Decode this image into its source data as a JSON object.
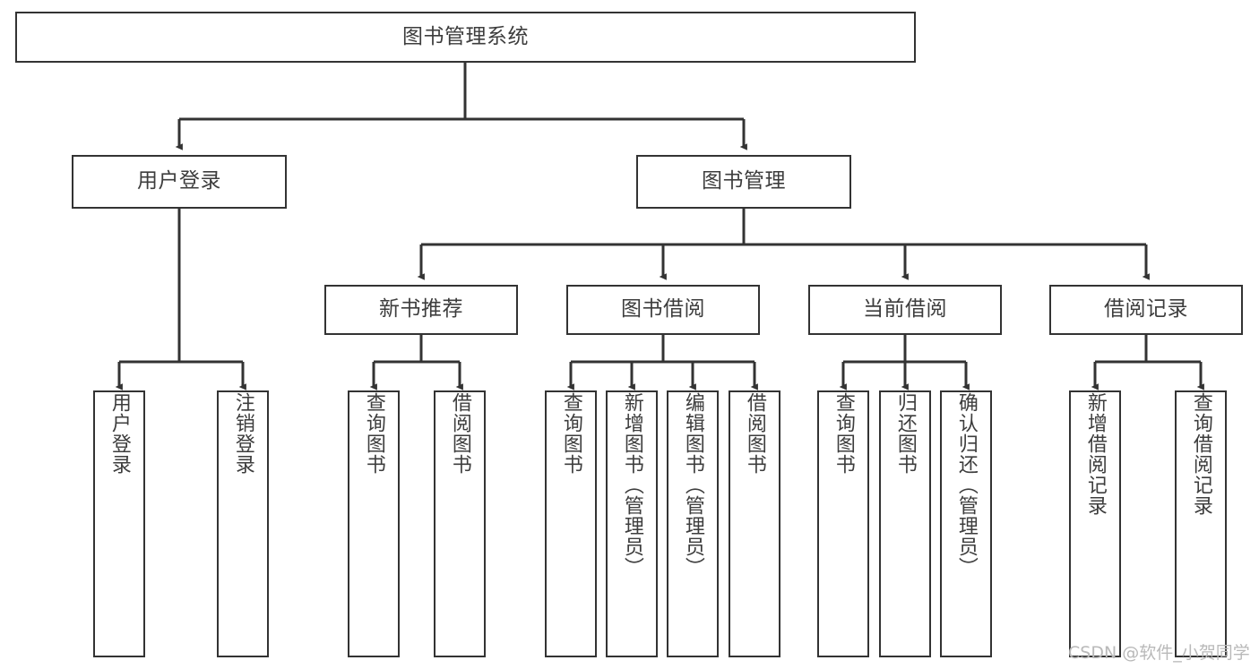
{
  "diagram": {
    "title": "图书管理系统",
    "type": "tree-hierarchy",
    "watermark": "CSDN @软件_小贺同学",
    "colors": {
      "box_border": "#333333",
      "box_fill": "#ffffff",
      "edge": "#333333",
      "text": "#3d3d3d",
      "watermark": "#b9b9b9"
    },
    "nodes": {
      "root": {
        "label": "图书管理系统"
      },
      "level2": [
        {
          "id": "user-login",
          "label": "用户登录"
        },
        {
          "id": "book-manage",
          "label": "图书管理"
        }
      ],
      "level3": [
        {
          "id": "new-book-recommend",
          "label": "新书推荐"
        },
        {
          "id": "book-borrow",
          "label": "图书借阅"
        },
        {
          "id": "current-borrow",
          "label": "当前借阅"
        },
        {
          "id": "borrow-record",
          "label": "借阅记录"
        }
      ],
      "leaves": {
        "user-login": [
          {
            "id": "leaf-user-login",
            "label": "用户登录"
          },
          {
            "id": "leaf-logout",
            "label": "注销登录"
          }
        ],
        "new-book-recommend": [
          {
            "id": "leaf-query-book-1",
            "label": "查询图书"
          },
          {
            "id": "leaf-borrow-book-1",
            "label": "借阅图书"
          }
        ],
        "book-borrow": [
          {
            "id": "leaf-query-book-2",
            "label": "查询图书"
          },
          {
            "id": "leaf-add-book",
            "label": "新增图书（管理员）"
          },
          {
            "id": "leaf-edit-book",
            "label": "编辑图书（管理员）"
          },
          {
            "id": "leaf-borrow-book-2",
            "label": "借阅图书"
          }
        ],
        "current-borrow": [
          {
            "id": "leaf-query-book-3",
            "label": "查询图书"
          },
          {
            "id": "leaf-return-book",
            "label": "归还图书"
          },
          {
            "id": "leaf-confirm-return",
            "label": "确认归还（管理员）"
          }
        ],
        "borrow-record": [
          {
            "id": "leaf-add-record",
            "label": "新增借阅记录"
          },
          {
            "id": "leaf-query-record",
            "label": "查询借阅记录"
          }
        ]
      }
    }
  }
}
